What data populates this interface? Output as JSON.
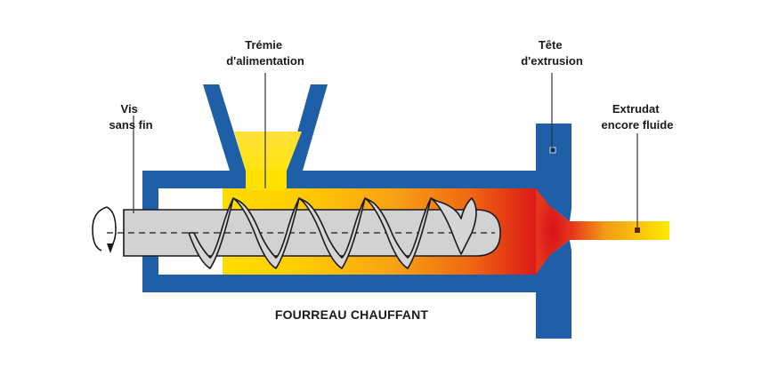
{
  "labels": {
    "hopper": [
      "Trémie",
      "d'alimentation"
    ],
    "screw": [
      "Vis",
      "sans fin"
    ],
    "die": [
      "Tête",
      "d'extrusion"
    ],
    "extrudate": [
      "Extrudat",
      "encore fluide"
    ],
    "barrel": "FOURREAU CHAUFFANT"
  },
  "colors": {
    "barrel_blue": "#1f5fa8",
    "melt_yellow": "#ffe000",
    "melt_orange": "#f07a10",
    "melt_red": "#dd1a16",
    "screw_grey": "#cfcfcf",
    "leader": "#333333"
  },
  "icons": {
    "rotation": "rotation-arrow-icon"
  }
}
